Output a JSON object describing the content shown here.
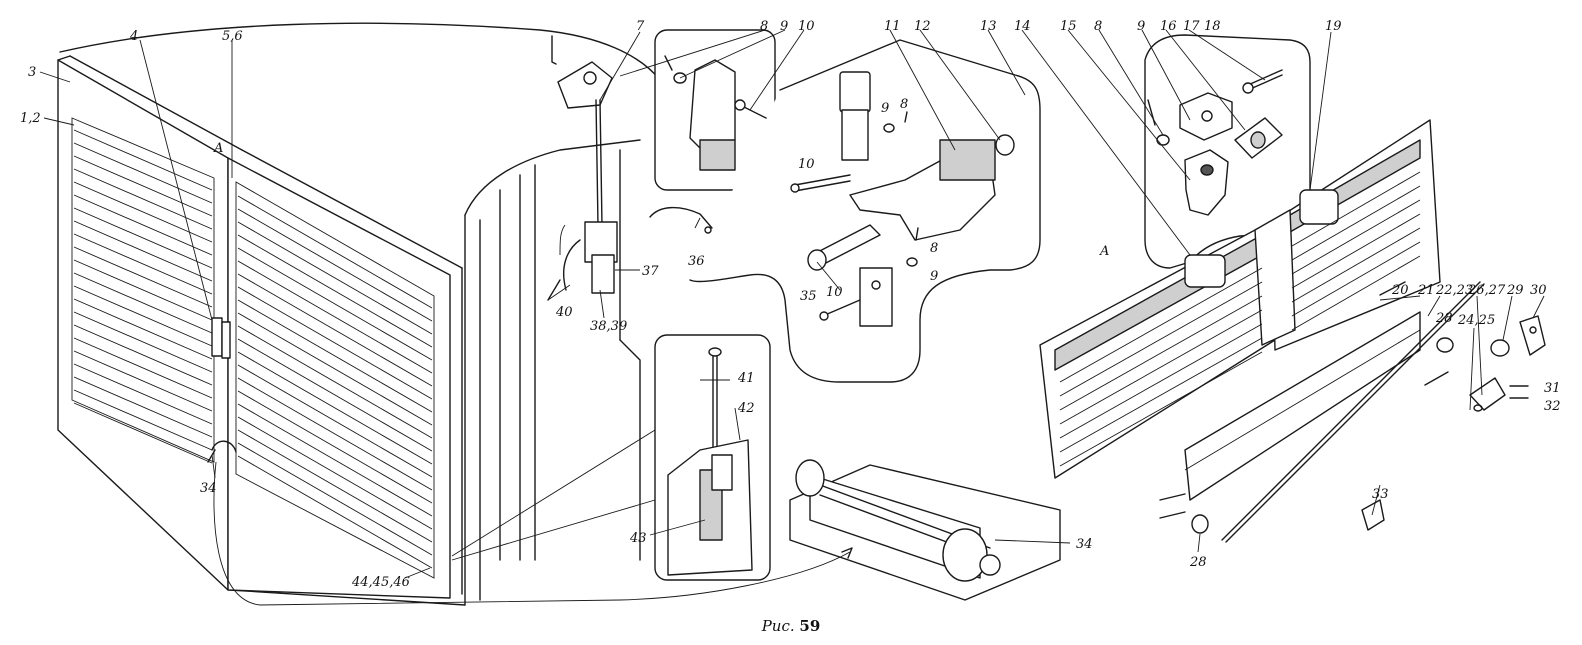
{
  "figure": {
    "caption_word": "Рис.",
    "caption_number": "59"
  },
  "callouts": {
    "c3": "3",
    "c12a": "1,2",
    "c4": "4",
    "c56": "5,6",
    "cA_left": "A",
    "c7": "7",
    "c8a": "8",
    "c9a": "9",
    "c10a": "10",
    "c11": "11",
    "c12": "12",
    "c13": "13",
    "c14": "14",
    "c15": "15",
    "c8b": "8",
    "c9b": "9",
    "c16": "16",
    "c17": "17",
    "c18": "18",
    "c19": "19",
    "c9c": "9",
    "c8c": "8",
    "c10b": "10",
    "c35": "35",
    "c10c": "10",
    "c8d": "8",
    "c9d": "9",
    "c36": "36",
    "c37": "37",
    "c40": "40",
    "c3839": "38,39",
    "cA_right": "A",
    "c20": "20",
    "c21": "21",
    "c2223": "22,23",
    "c2627": "26,27",
    "c29": "29",
    "c30": "30",
    "c2425": "24,25",
    "c28a": "28",
    "c31": "31",
    "c32": "32",
    "c33": "33",
    "c28b": "28",
    "c41": "41",
    "c42": "42",
    "c43": "43",
    "c34a": "34",
    "c34b": "34",
    "c444546": "44,45,46"
  },
  "colors": {
    "ink": "#1a1a1a",
    "paper": "#ffffff",
    "shade": "#cfcfcf"
  }
}
